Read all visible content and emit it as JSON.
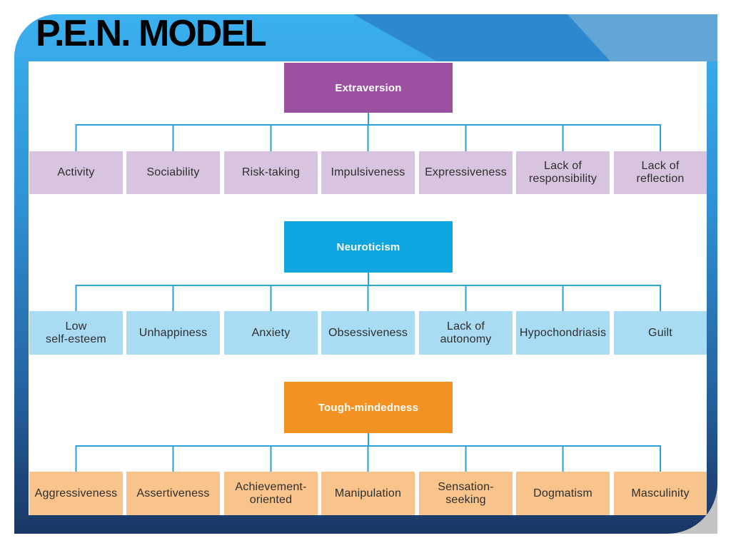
{
  "title": "P.E.N. MODEL",
  "colors": {
    "frame_gradient": [
      "#3bb0ef",
      "#2f93d6",
      "#2566a6",
      "#1a3664"
    ],
    "header_band": "#2e88cd",
    "header_band_light": "#62a6d8",
    "page_curl": "#c4c4c4",
    "connector": "#2aa2d9"
  },
  "groups": [
    {
      "name": "Extraversion",
      "color": "#9b50a0",
      "trait_color": "#d8c4de",
      "traits": [
        "Activity",
        "Sociability",
        "Risk-taking",
        "Impulsiveness",
        "Expressiveness",
        "Lack of\nresponsibility",
        "Lack of\nreflection"
      ]
    },
    {
      "name": "Neuroticism",
      "color": "#0fa5e0",
      "trait_color": "#a9dcf3",
      "traits": [
        "Low\nself-esteem",
        "Unhappiness",
        "Anxiety",
        "Obsessiveness",
        "Lack of\nautonomy",
        "Hypochondriasis",
        "Guilt"
      ]
    },
    {
      "name": "Tough-mindedness",
      "color": "#f39222",
      "trait_color": "#f9c48b",
      "traits": [
        "Aggressiveness",
        "Assertiveness",
        "Achievement-\noriented",
        "Manipulation",
        "Sensation-\nseeking",
        "Dogmatism",
        "Masculinity"
      ]
    }
  ]
}
